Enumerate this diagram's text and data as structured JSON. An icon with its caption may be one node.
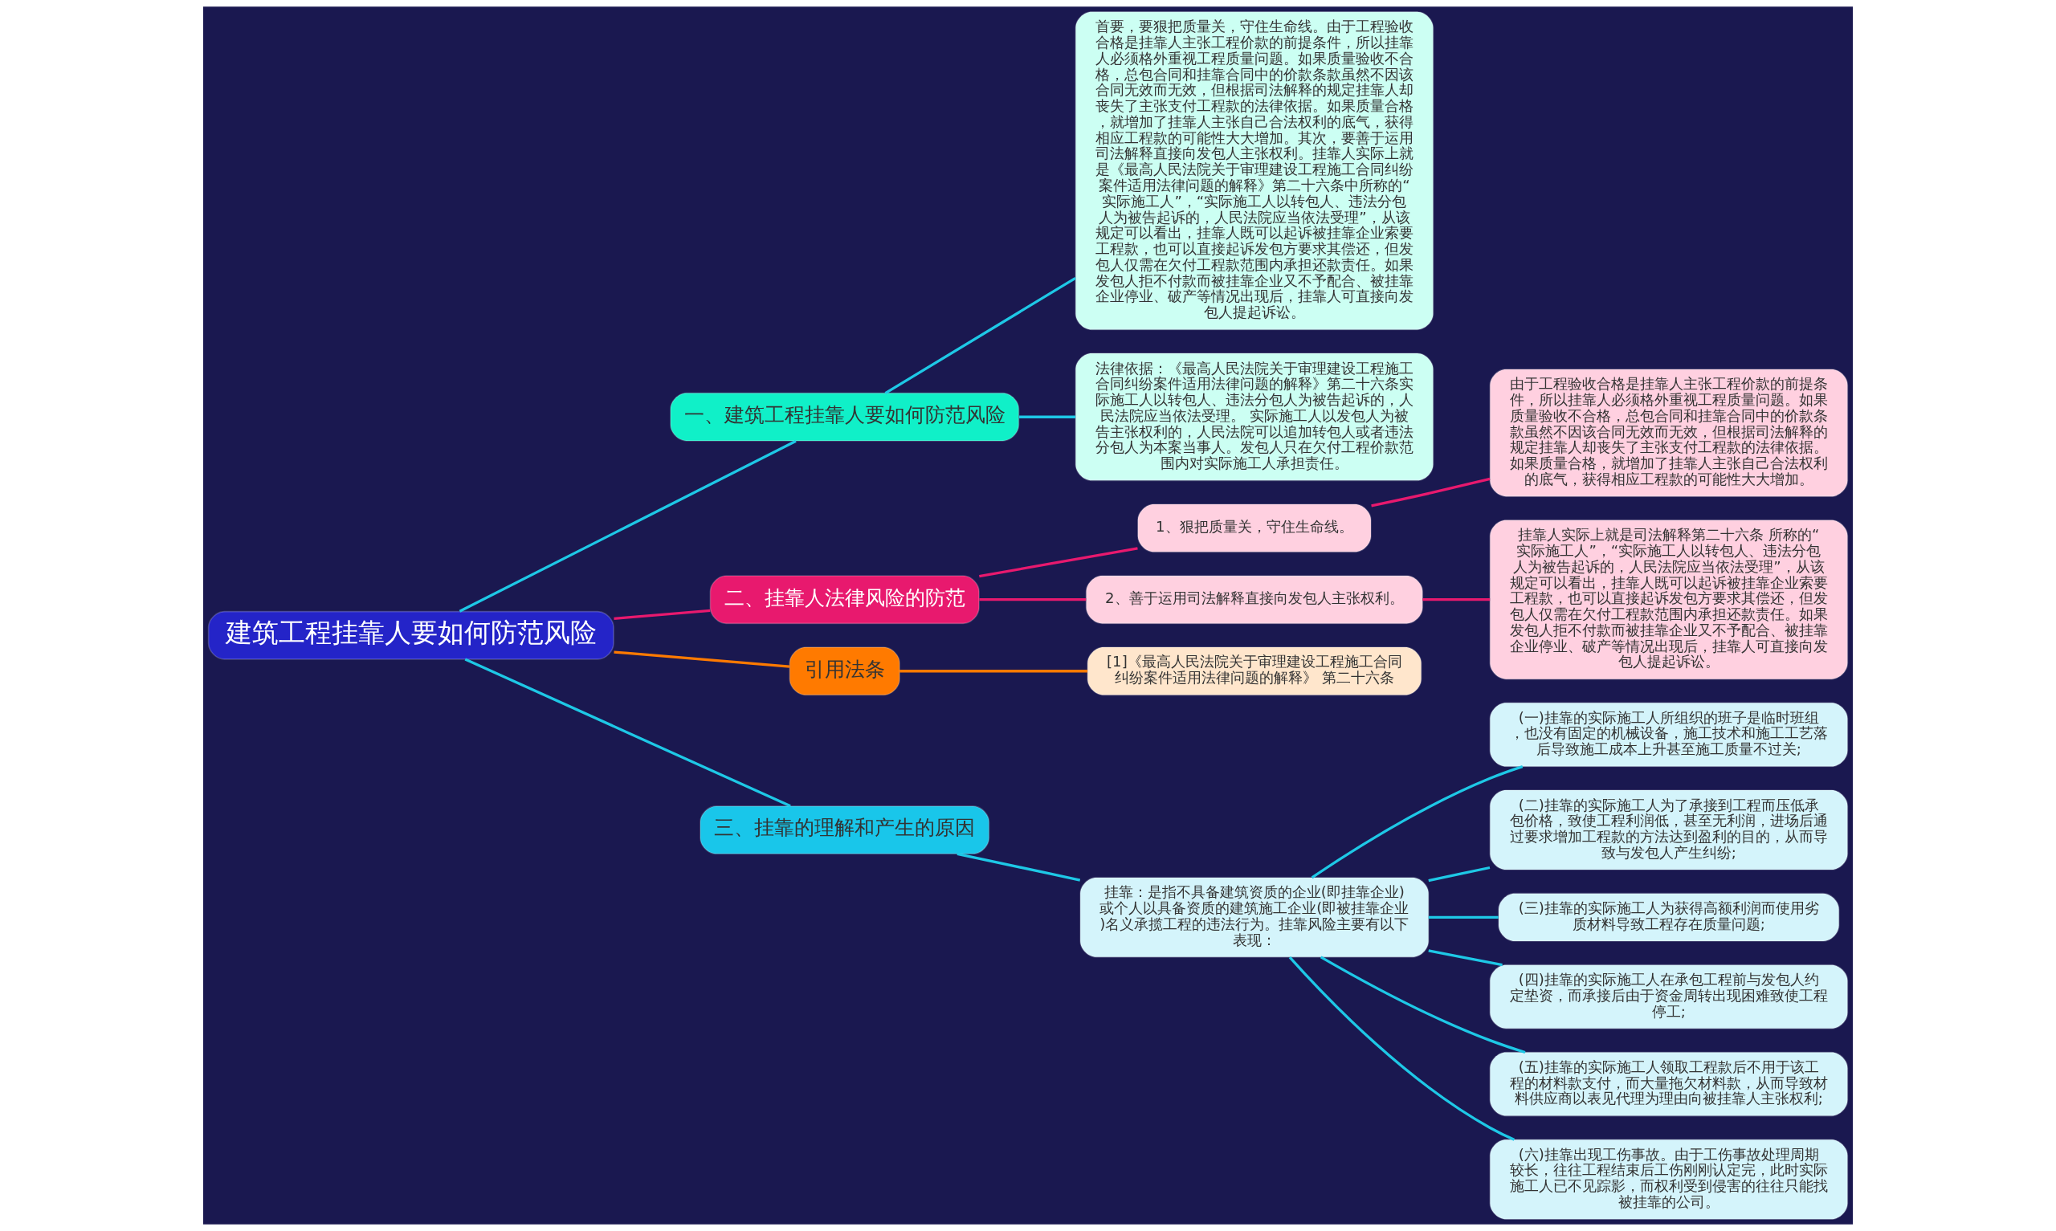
{
  "diagram": {
    "nodes": [
      {
        "text": [
          "建筑工程挂靠人要如何防范风险"
        ]
      },
      {
        "text": [
          "一、建筑工程挂靠人要如何防范风险"
        ]
      },
      {
        "text": [
          "首要，要狠把质量关，守住生命线。由于工程验收合格是挂靠人主张工程价款的前提条件，所以挂靠人必须格外重视工程质量问题。如果质量验收不合格，总包合同和挂靠合同中的价款条款虽然不因该合同无效而无效，但根据司法解释的规定挂靠人却丧失了主张支付工程款的法律依据。如果质量合格，就增加了挂靠人主张自己合法权利的底气，获得相应工程款的可能性大大增加。其次，要善于运用司法解释直接向发包人主张权利。挂靠人实际上就是《最高人民法院关于审理建设工程施工合同纠纷案件适用法律问题的解释》第二十六条中所称的“实际施工人”，“实际施工人以转包人、违法分包人为被告起诉的，人民法院应当依法受理”，从该规定可以看出，挂靠人既可以起诉被挂靠企业索要工程款，也可以直接起诉发包方要求其偿还，但发包人仅需在欠付工程款范围内承担还款责任。如果发包人拒不付款而被挂靠企业又不予配合、被挂靠企业停业、破产等情况出现后，挂靠人可直接向发包人提起诉讼。"
        ]
      },
      {
        "text": [
          "法律依据：《最高人民法院关于审理建设工程施工合同纠纷案件适用法律问题的解释》第二十六条实际施工人以转包人、违法分包人为被告起诉的，人民法院应当依法受理。 实际施工人以发包人为被告主张权利的，人民法院可以追加转包人或者违法分包人为本案当事人。发包人只在欠付工程价款范围内对实际施工人承担责任。"
        ]
      },
      {
        "text": [
          "二、挂靠人法律风险的防范"
        ]
      },
      {
        "text": [
          "1、狠把质量关，守住生命线。"
        ]
      },
      {
        "text": [
          "由于工程验收合格是挂靠人主张工程价款的前提条件，所以挂靠人必须格外重视工程质量问题。如果质量验收不合格，总包合同和挂靠合同中的价款条款虽然不因该合同无效而无效，但根据司法解释的规定挂靠人却丧失了主张支付工程款的法律依据。如果质量合格，就增加了挂靠人主张自己合法权利的底气，获得相应工程款的可能性大大增加。"
        ]
      },
      {
        "text": [
          "2、善于运用司法解释直接向发包人主张权利。"
        ]
      },
      {
        "text": [
          "挂靠人实际上就是司法解释第二十六条 所称的“实际施工人”，“实际施工人以转包人、违法分包人为被告起诉的，人民法院应当依法受理”，从该规定可以看出，挂靠人既可以起诉被挂靠企业索要工程款，也可以直接起诉发包方要求其偿还，但发包人仅需在欠付工程款范围内承担还款责任。如果发包人拒不付款而被挂靠企业又不予配合、被挂靠企业停业、破产等情况出现后，挂靠人可直接向发包人提起诉讼。"
        ]
      },
      {
        "text": [
          "引用法条"
        ]
      },
      {
        "text": [
          "[1]《最高人民法院关于审理建设工程施工合同纠纷案件适用法律问题的解释》 第二十六条"
        ]
      },
      {
        "text": [
          "三、挂靠的理解和产生的原因"
        ]
      },
      {
        "text": [
          "挂靠：是指不具备建筑资质的企业(即挂靠企业)或个人以具备资质的建筑施工企业(即被挂靠企业)名义承揽工程的违法行为。挂靠风险主要有以下表现："
        ]
      },
      {
        "text": [
          "(一)挂靠的实际施工人所组织的班子是临时班组，也没有固定的机械设备，施工技术和施工工艺落后导致施工成本上升甚至施工质量不过关;"
        ]
      },
      {
        "text": [
          "(二)挂靠的实际施工人为了承接到工程而压低承包价格，致使工程利润低，甚至无利润，进场后通过要求增加工程款的方法达到盈利的目的，从而导致与发包人产生纠纷;"
        ]
      },
      {
        "text": [
          "(三)挂靠的实际施工人为获得高额利润而使用劣质材料导致工程存在质量问题;"
        ]
      },
      {
        "text": [
          "(四)挂靠的实际施工人在承包工程前与发包人约定垫资，而承接后由于资金周转出现困难致使工程停工;"
        ]
      },
      {
        "text": [
          "(五)挂靠的实际施工人领取工程款后不用于该工程的材料款支付，而大量拖欠材料款，从而导致材料供应商以表见代理为理由向被挂靠人主张权利;"
        ]
      },
      {
        "text": [
          "(六)挂靠出现工伤事故。由于工伤事故处理周期较长，往往工程结束后工伤刚刚认定完，此时实际施工人已不见踪影，而权利受到侵害的往往只能找被挂靠的公司。"
        ]
      }
    ],
    "edges": [
      {
        "from": 0,
        "to": 1,
        "arrow": "none"
      },
      {
        "from": 1,
        "to": 2,
        "arrow": "none"
      },
      {
        "from": 1,
        "to": 3,
        "arrow": "none"
      },
      {
        "from": 0,
        "to": 4,
        "arrow": "none",
        "color": "#e8196e"
      },
      {
        "from": 4,
        "to": 5,
        "arrow": "none",
        "color": "#e8196e"
      },
      {
        "from": 5,
        "to": 6,
        "arrow": "none",
        "color": "#e8196e"
      },
      {
        "from": 4,
        "to": 7,
        "arrow": "none",
        "color": "#e8196e"
      },
      {
        "from": 7,
        "to": 8,
        "arrow": "none",
        "color": "#e8196e"
      },
      {
        "from": 0,
        "to": 9,
        "arrow": "none",
        "color": "#ff7a00"
      },
      {
        "from": 9,
        "to": 10,
        "arrow": "none",
        "color": "#ff7a00"
      },
      {
        "from": 0,
        "to": 11,
        "arrow": "none"
      },
      {
        "from": 11,
        "to": 12,
        "arrow": "none"
      },
      {
        "from": 12,
        "to": 13,
        "arrow": "none"
      },
      {
        "from": 12,
        "to": 14,
        "arrow": "none"
      },
      {
        "from": 12,
        "to": 15,
        "arrow": "none"
      },
      {
        "from": 12,
        "to": 16,
        "arrow": "none"
      },
      {
        "from": 12,
        "to": 17,
        "arrow": "none"
      },
      {
        "from": 12,
        "to": 18,
        "arrow": "none"
      }
    ]
  }
}
